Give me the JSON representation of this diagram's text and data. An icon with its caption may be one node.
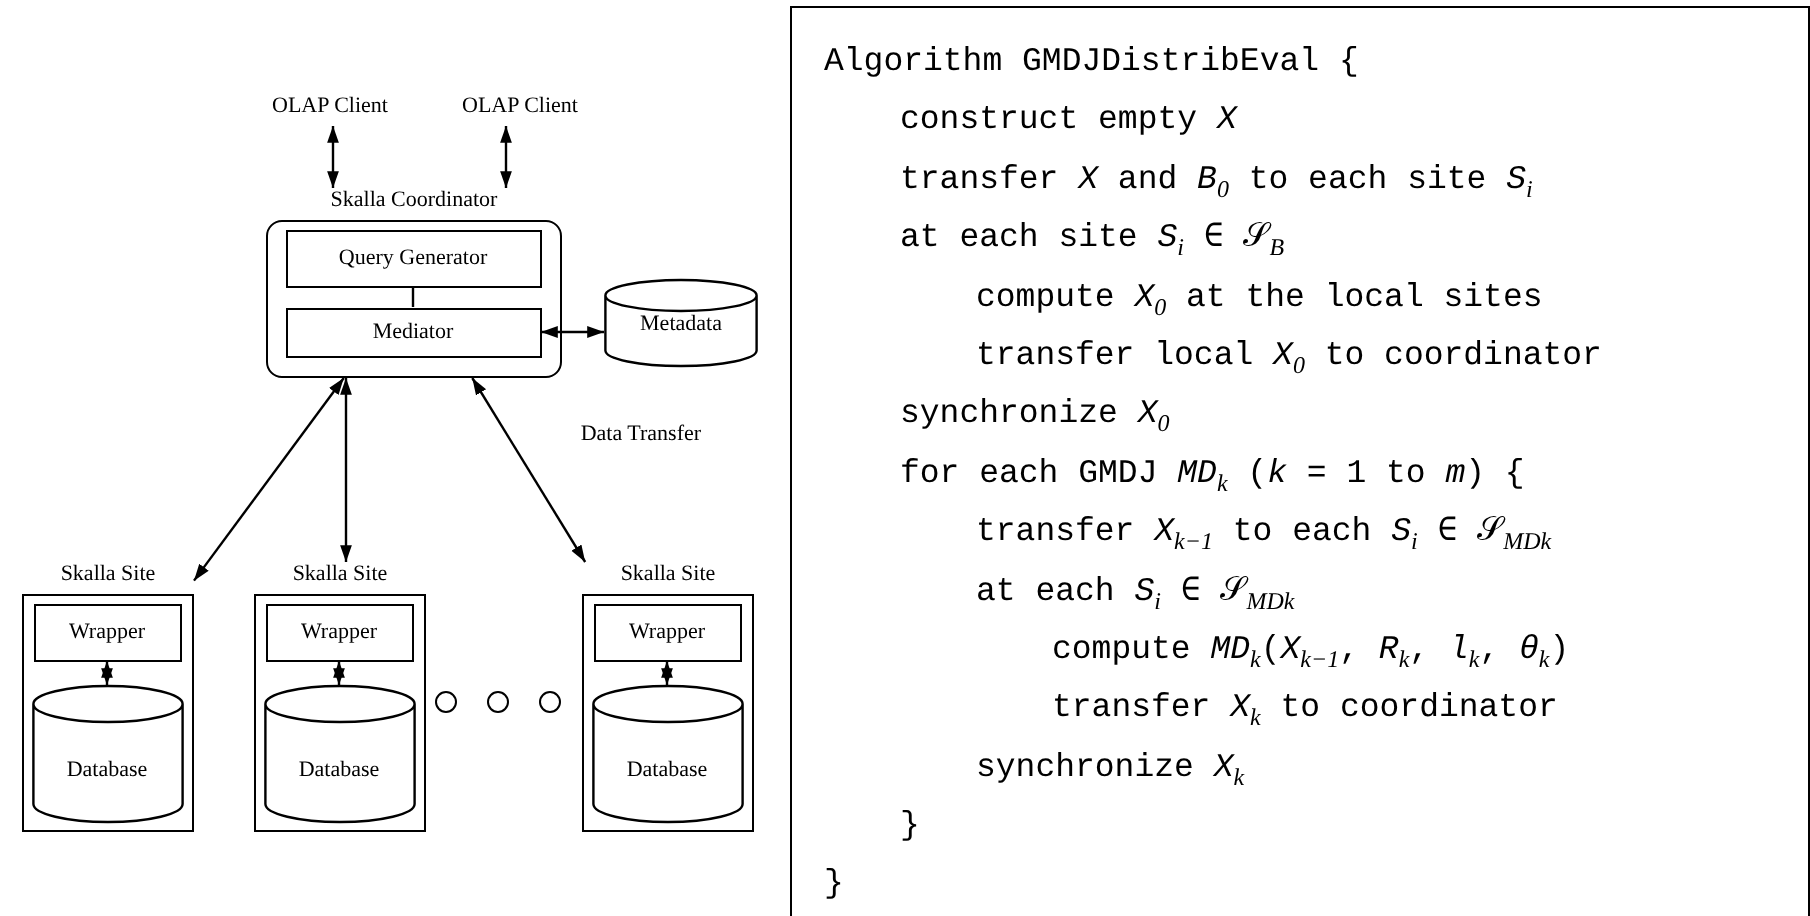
{
  "diagram": {
    "nodes": [
      {
        "text": [
          "OLAP Client"
        ]
      },
      {
        "text": [
          "OLAP Client"
        ]
      },
      {
        "text": [
          "Skalla Coordinator"
        ]
      },
      {
        "text": [
          "Query Generator"
        ],
        "in": 2
      },
      {
        "text": [
          "Mediator"
        ],
        "in": 2
      },
      {
        "text": [
          "Metadata"
        ]
      },
      {
        "text": [
          "Skalla Site"
        ]
      },
      {
        "text": [
          "Wrapper"
        ],
        "in": 6
      },
      {
        "text": [
          "Database"
        ],
        "in": 6
      },
      {
        "text": [
          "Skalla Site"
        ]
      },
      {
        "text": [
          "Wrapper"
        ],
        "in": 9
      },
      {
        "text": [
          "Database"
        ],
        "in": 9
      },
      {
        "text": [
          "Skalla Site"
        ]
      },
      {
        "text": [
          "Wrapper"
        ],
        "in": 12
      },
      {
        "text": [
          "Database"
        ],
        "in": 12
      },
      {
        "text": [
          "Algorithm GMDJDistribEval {",
          "construct empty *X*",
          "transfer *X* and *B*$_{0}$ to each site *S*$_{i}$",
          "at each site *S*$_{i}$ ∈ 𝒮$_{B}$",
          "compute *X*$_{0}$ at the local sites",
          "transfer local *X*$_{0}$ to coordinator",
          "synchronize *X*$_{0}$",
          "for each GMDJ *MD*$_{k}$ (*k* = 1 to *m*) {",
          "transfer *X*$_{k−1}$ to each *S*$_{i}$ ∈ 𝒮$_{MDk}$",
          "at each *S*$_{i}$ ∈ 𝒮$_{MDk}$",
          "compute *MD*$_{k}$(*X*$_{k−1}$, *R*$_{k}$, *l*$_{k}$, *θ*$_{k}$)",
          "transfer *X*$_{k}$ to coordinator",
          "synchronize *X*$_{k}$",
          "}",
          "}"
        ]
      }
    ],
    "edges": [
      {
        "from": 0,
        "to": 2,
        "arrow": "both"
      },
      {
        "from": 1,
        "to": 2,
        "arrow": "both"
      },
      {
        "from": 3,
        "to": 4,
        "arrow": "none"
      },
      {
        "from": 4,
        "to": 5,
        "arrow": "both"
      },
      {
        "from": 2,
        "to": 6,
        "arrow": "both"
      },
      {
        "from": 2,
        "to": 9,
        "arrow": "both"
      },
      {
        "from": 2,
        "to": 12,
        "arrow": "both",
        "label": "Data Transfer"
      },
      {
        "from": 7,
        "to": 8,
        "arrow": "both"
      },
      {
        "from": 10,
        "to": 11,
        "arrow": "both"
      },
      {
        "from": 13,
        "to": 14,
        "arrow": "both"
      }
    ]
  }
}
